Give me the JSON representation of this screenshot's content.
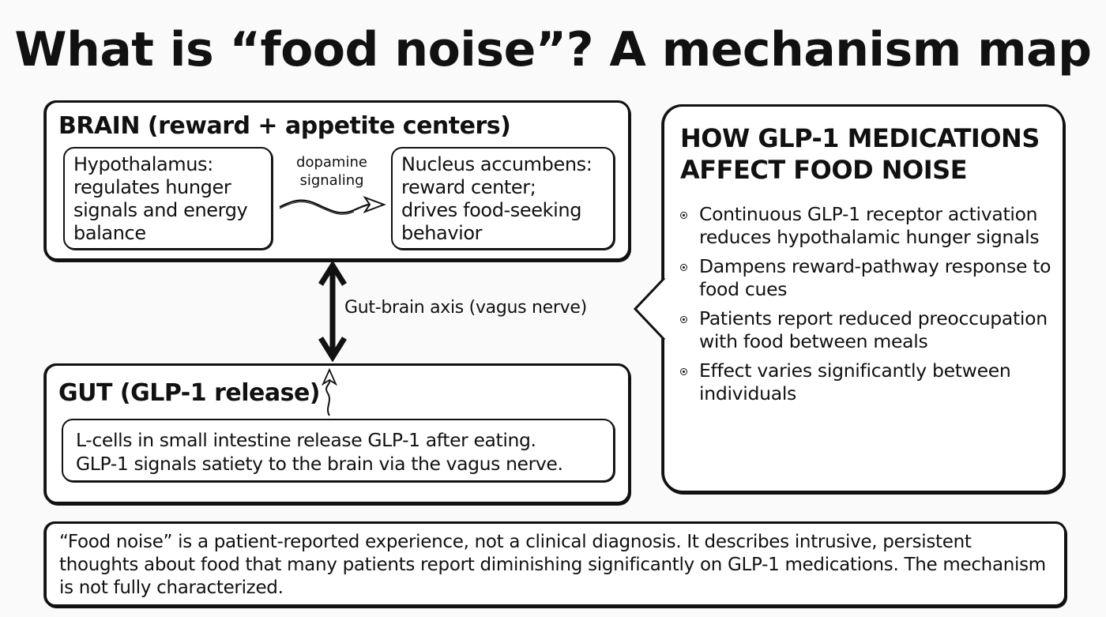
{
  "title": "What is “food noise”? A mechanism map",
  "brain": {
    "heading": "BRAIN (reward + appetite centers)",
    "hypothalamus": "Hypothalamus:\nregulates hunger\nsignals and energy\nbalance",
    "connector_label": "dopamine\nsignaling",
    "nucleus": "Nucleus accumbens:\nreward center;\ndrives food-seeking\nbehavior"
  },
  "axis": {
    "label": "Gut-brain axis (vagus nerve)"
  },
  "gut": {
    "heading": "GUT (GLP-1 release)",
    "description": "L-cells in small intestine release GLP-1 after eating.\nGLP-1 signals satiety to the brain via the vagus nerve."
  },
  "glp1_panel": {
    "heading": "HOW GLP-1 MEDICATIONS\nAFFECT FOOD NOISE",
    "bullets": [
      "Continuous GLP-1 receptor activation reduces hypothalamic hunger signals",
      "Dampens reward-pathway response to food cues",
      "Patients report reduced preoccupation with food between meals",
      "Effect varies significantly between individuals"
    ]
  },
  "note": "“Food noise” is a patient-reported experience, not a clinical diagnosis. It describes intrusive, persistent thoughts about food that many patients report diminishing significantly on GLP-1 medications. The mechanism is not fully characterized."
}
